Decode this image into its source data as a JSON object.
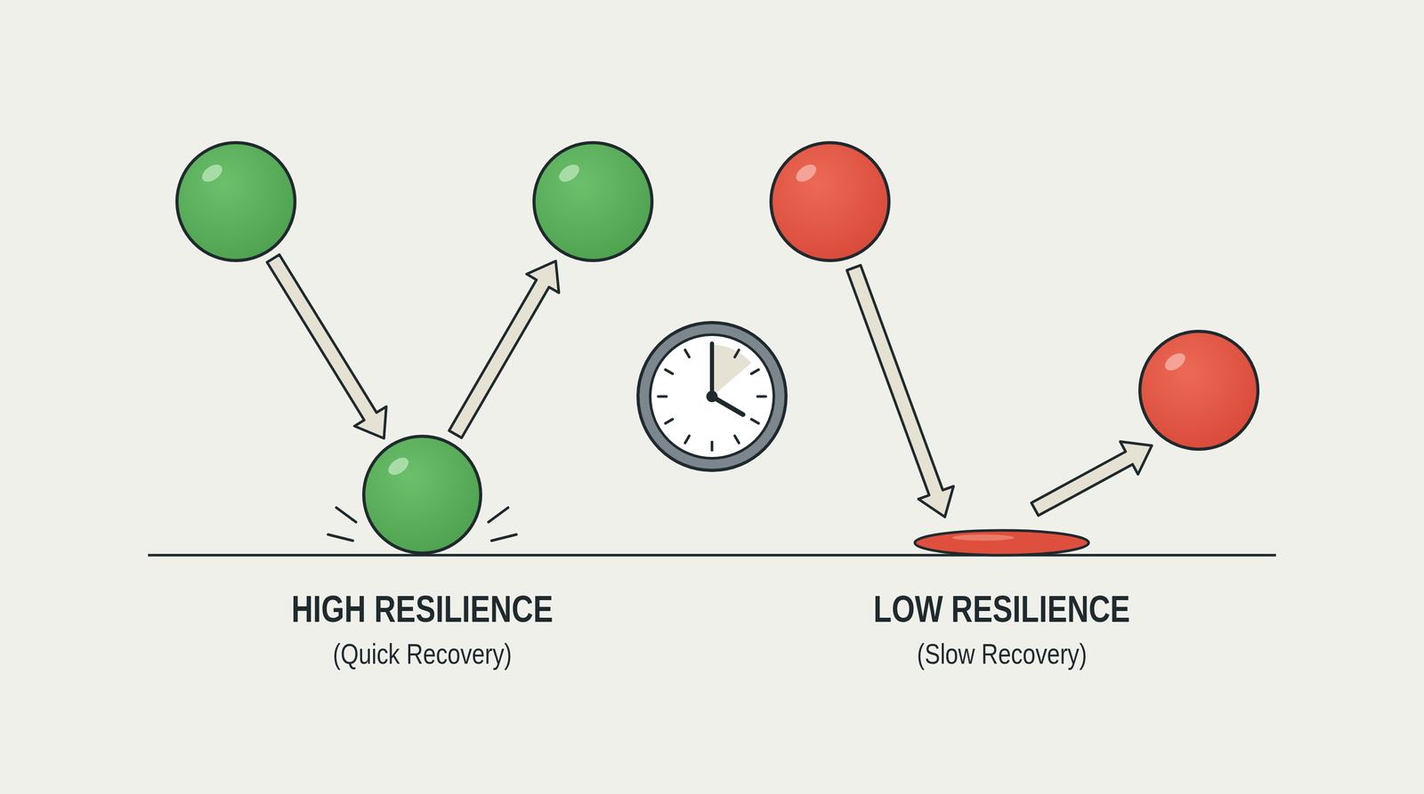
{
  "diagram": {
    "labels": [
      "HIGH RESILIENCE",
      "(Quick Recovery)",
      "LOW RESILIENCE",
      "(Slow Recovery)"
    ]
  }
}
